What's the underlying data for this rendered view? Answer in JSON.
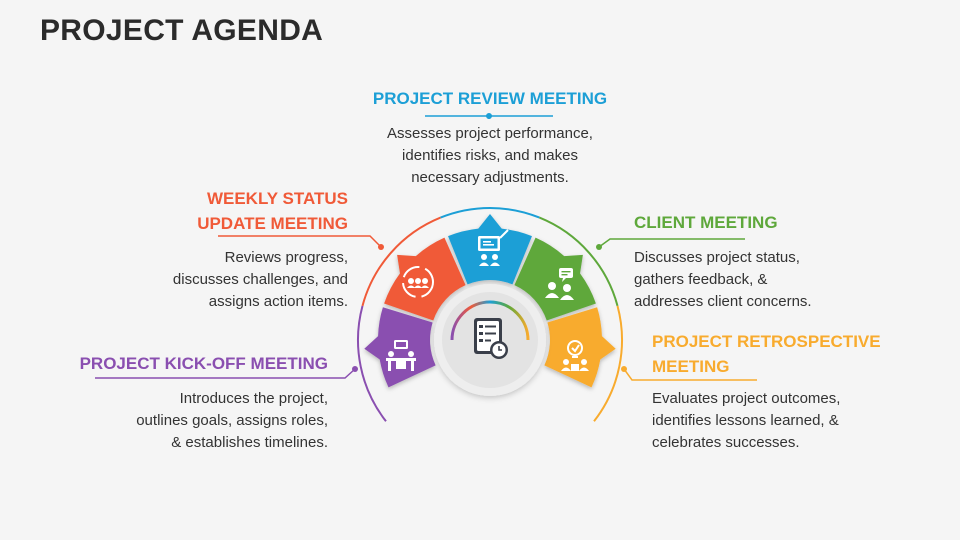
{
  "title": "PROJECT AGENDA",
  "colors": {
    "review": "#1c9fd6",
    "weekly": "#f05a38",
    "client": "#5ea83b",
    "kickoff": "#8a4fb0",
    "retro": "#f8ab2e",
    "hub": "#e6e6e6",
    "hub_icon": "#3a3f4a"
  },
  "stages": {
    "review": {
      "label": "PROJECT REVIEW MEETING",
      "desc": [
        "Assesses project performance,",
        "identifies risks, and makes",
        "necessary adjustments."
      ],
      "icon": "presentation-icon"
    },
    "weekly": {
      "label": [
        "WEEKLY STATUS",
        "UPDATE MEETING"
      ],
      "desc": [
        "Reviews progress,",
        "discusses challenges, and",
        "assigns action items."
      ],
      "icon": "team-cycle-icon"
    },
    "client": {
      "label": "CLIENT MEETING",
      "desc": [
        "Discusses project status,",
        "gathers feedback, &",
        "addresses client concerns."
      ],
      "icon": "client-chat-icon"
    },
    "kickoff": {
      "label": "PROJECT KICK-OFF MEETING",
      "desc": [
        "Introduces the project,",
        "outlines goals, assigns roles,",
        "& establishes timelines."
      ],
      "icon": "meeting-table-icon"
    },
    "retro": {
      "label": [
        "PROJECT RETROSPECTIVE",
        "MEETING"
      ],
      "desc": [
        "Evaluates project outcomes,",
        "identifies lessons learned, &",
        "celebrates successes."
      ],
      "icon": "idea-team-icon"
    }
  },
  "hub": {
    "icon": "checklist-clock-icon"
  }
}
